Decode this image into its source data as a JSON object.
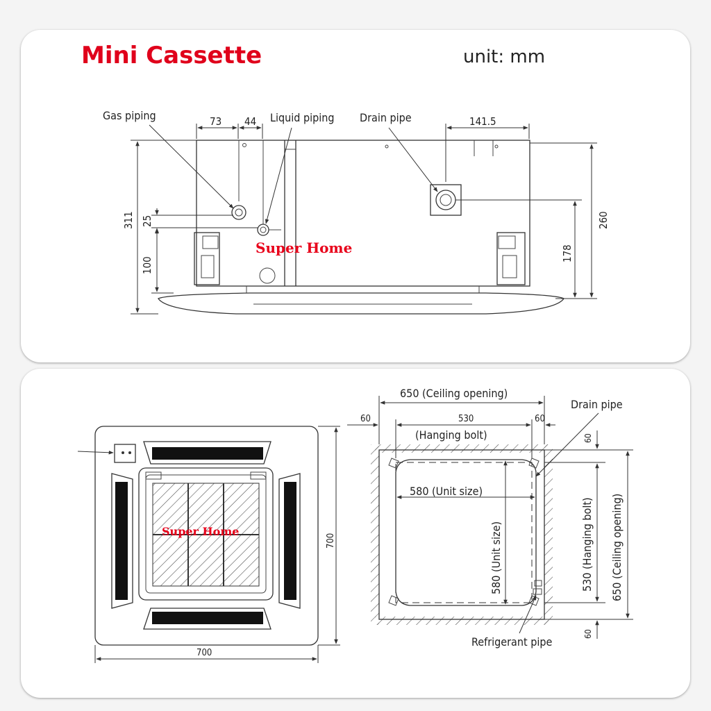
{
  "title": "Mini Cassette",
  "unit_label": "unit: mm",
  "watermark": "Super Home",
  "side_view": {
    "labels": {
      "gas_piping": "Gas piping",
      "liquid_piping": "Liquid piping",
      "drain_pipe": "Drain pipe"
    },
    "dims": {
      "d73": "73",
      "d44": "44",
      "d141": "141.5",
      "d311": "311",
      "d25": "25",
      "d100": "100",
      "d178": "178",
      "d260": "260"
    }
  },
  "front_view": {
    "width": "700",
    "height": "700"
  },
  "plan_view": {
    "ceiling_opening_top": "650 (Ceiling opening)",
    "left_margin": "60",
    "bolt_span": "530",
    "right_margin": "60",
    "hanging_bolt_top": "(Hanging bolt)",
    "drain_pipe": "Drain pipe",
    "unit_size_h": "580 (Unit size)",
    "unit_size_v": "580 (Unit size)",
    "hanging_bolt_v": "530 (Hanging bolt)",
    "ceiling_opening_v": "650 (Ceiling opening)",
    "top_margin_v": "60",
    "bottom_margin_v": "60",
    "refrigerant_pipe": "Refrigerant pipe"
  }
}
